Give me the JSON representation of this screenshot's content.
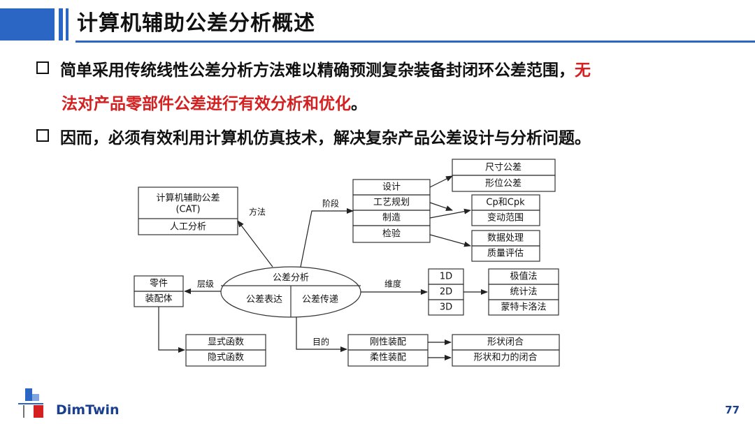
{
  "title": "计算机辅助公差分析概述",
  "bullets": [
    {
      "line1_black": "简单采用传统线性公差分析方法难以精确预测复杂装备封闭环公差范围，",
      "line1_red": "无",
      "line2_red": "法对产品零部件公差进行有效分析和优化",
      "line2_end": "。"
    },
    {
      "text": "因而，必须有效利用计算机仿真技术，解决复杂产品公差设计与分析问题。"
    }
  ],
  "diagram": {
    "center_title": "公差分析",
    "center_left": "公差表达",
    "center_right": "公差传递",
    "cat_title_1": "计算机辅助公差",
    "cat_title_2": "(CAT)",
    "cat_sub": "人工分析",
    "edge_method": "方法",
    "edge_stage": "阶段",
    "edge_level": "层级",
    "edge_dimension": "维度",
    "edge_purpose": "目的",
    "stages": [
      "设计",
      "工艺规划",
      "制造",
      "检验"
    ],
    "design_out": [
      "尺寸公差",
      "形位公差"
    ],
    "process_out": [
      "Cp和Cpk",
      "变动范围"
    ],
    "inspect_out": [
      "数据处理",
      "质量评估"
    ],
    "levels": [
      "零件",
      "装配体"
    ],
    "functions": [
      "显式函数",
      "隐式函数"
    ],
    "dimensions": [
      "1D",
      "2D",
      "3D"
    ],
    "methods": [
      "极值法",
      "统计法",
      "蒙特卡洛法"
    ],
    "assemblies": [
      "刚性装配",
      "柔性装配"
    ],
    "closures": [
      "形状闭合",
      "形状和力的闭合"
    ]
  },
  "footer": {
    "brand": "DimTwin",
    "page": "77"
  },
  "colors": {
    "accent": "#2b66c4",
    "highlight": "#d42020",
    "brand": "#1a3f8f"
  }
}
